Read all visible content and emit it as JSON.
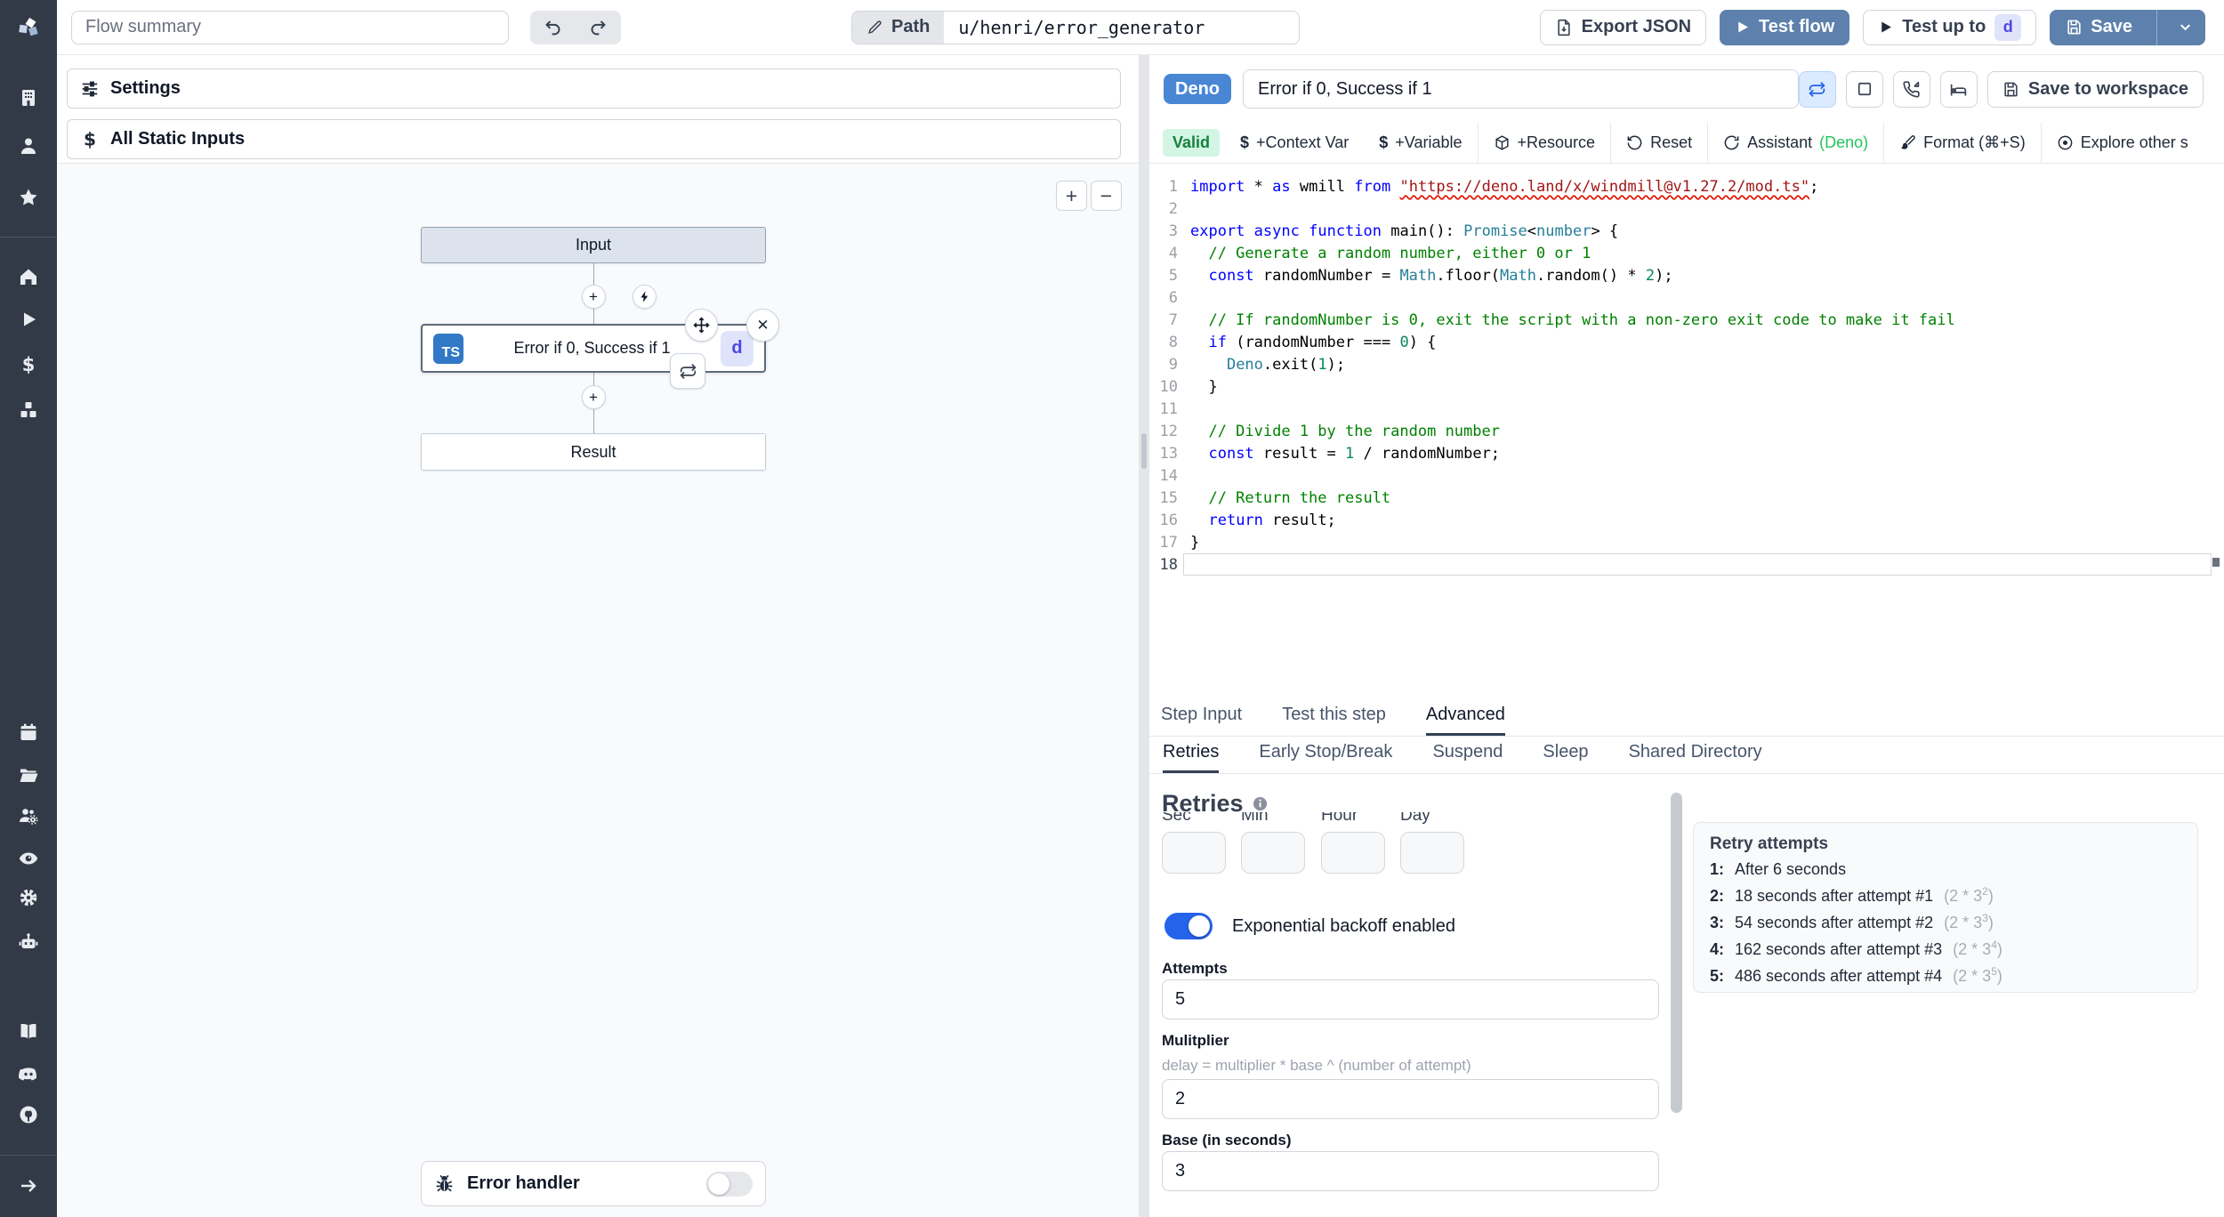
{
  "colors": {
    "accent_blue": "#5d81ac",
    "badge_deno": "#4987d5",
    "ts_badge": "#3178c6",
    "d_badge_bg": "#e0e4fb",
    "d_badge_text": "#4f46e5",
    "valid_bg": "#d3f5e3",
    "valid_text": "#15803d",
    "toggle_on": "#2563eb",
    "sidebar_bg": "#333a47"
  },
  "topbar": {
    "flow_summary_placeholder": "Flow summary",
    "path_label": "Path",
    "path_value": "u/henri/error_generator",
    "export_json": "Export JSON",
    "test_flow": "Test flow",
    "test_up_to": "Test up to",
    "test_up_to_badge": "d",
    "save": "Save"
  },
  "flow_panel": {
    "settings": "Settings",
    "all_static_inputs": "All Static Inputs",
    "zoom_in": "+",
    "zoom_out": "−",
    "input_node": "Input",
    "step_lang_badge": "TS",
    "step_title": "Error if 0, Success if 1",
    "step_badge": "d",
    "result_node": "Result",
    "error_handler": "Error handler",
    "plus_connector": "+",
    "close_glyph": "✕"
  },
  "editor_panel": {
    "lang_badge": "Deno",
    "title_value": "Error if 0, Success if 1",
    "save_to_workspace": "Save to workspace",
    "toolbar": {
      "valid": "Valid",
      "context_var": "+Context Var",
      "variable": "+Variable",
      "resource": "+Resource",
      "reset": "Reset",
      "assistant": "Assistant",
      "assistant_lang": "(Deno)",
      "format": "Format (⌘+S)",
      "explore": "Explore other s",
      "dollar": "$"
    },
    "code": {
      "lines": [
        {
          "n": "1",
          "seg": [
            [
              "k",
              "import"
            ],
            [
              "v",
              " * "
            ],
            [
              "k",
              "as"
            ],
            [
              "v",
              " wmill "
            ],
            [
              "k",
              "from"
            ],
            [
              "v",
              " "
            ],
            [
              "s",
              "\"https://deno.land/x/windmill@v1.27.2/mod.ts\""
            ],
            [
              "v",
              ";"
            ]
          ]
        },
        {
          "n": "2",
          "seg": []
        },
        {
          "n": "3",
          "seg": [
            [
              "k",
              "export"
            ],
            [
              "v",
              " "
            ],
            [
              "k",
              "async"
            ],
            [
              "v",
              " "
            ],
            [
              "k",
              "function"
            ],
            [
              "v",
              " main(): "
            ],
            [
              "t",
              "Promise"
            ],
            [
              "v",
              "<"
            ],
            [
              "t",
              "number"
            ],
            [
              "v",
              "> {"
            ]
          ]
        },
        {
          "n": "4",
          "seg": [
            [
              "c",
              "  // Generate a random number, either 0 or 1"
            ]
          ]
        },
        {
          "n": "5",
          "seg": [
            [
              "v",
              "  "
            ],
            [
              "k",
              "const"
            ],
            [
              "v",
              " randomNumber = "
            ],
            [
              "t",
              "Math"
            ],
            [
              "v",
              ".floor("
            ],
            [
              "t",
              "Math"
            ],
            [
              "v",
              ".random() * "
            ],
            [
              "n",
              "2"
            ],
            [
              "v",
              ");"
            ]
          ]
        },
        {
          "n": "6",
          "seg": []
        },
        {
          "n": "7",
          "seg": [
            [
              "c",
              "  // If randomNumber is 0, exit the script with a non-zero exit code to make it fail"
            ]
          ]
        },
        {
          "n": "8",
          "seg": [
            [
              "v",
              "  "
            ],
            [
              "k",
              "if"
            ],
            [
              "v",
              " (randomNumber === "
            ],
            [
              "n",
              "0"
            ],
            [
              "v",
              ") {"
            ]
          ]
        },
        {
          "n": "9",
          "seg": [
            [
              "v",
              "    "
            ],
            [
              "t",
              "Deno"
            ],
            [
              "v",
              ".exit("
            ],
            [
              "n",
              "1"
            ],
            [
              "v",
              ");"
            ]
          ]
        },
        {
          "n": "10",
          "seg": [
            [
              "v",
              "  }"
            ]
          ]
        },
        {
          "n": "11",
          "seg": []
        },
        {
          "n": "12",
          "seg": [
            [
              "c",
              "  // Divide 1 by the random number"
            ]
          ]
        },
        {
          "n": "13",
          "seg": [
            [
              "v",
              "  "
            ],
            [
              "k",
              "const"
            ],
            [
              "v",
              " result = "
            ],
            [
              "n",
              "1"
            ],
            [
              "v",
              " / randomNumber;"
            ]
          ]
        },
        {
          "n": "14",
          "seg": []
        },
        {
          "n": "15",
          "seg": [
            [
              "c",
              "  // Return the result"
            ]
          ]
        },
        {
          "n": "16",
          "seg": [
            [
              "v",
              "  "
            ],
            [
              "k",
              "return"
            ],
            [
              "v",
              " result;"
            ]
          ]
        },
        {
          "n": "17",
          "seg": [
            [
              "v",
              "}"
            ]
          ]
        },
        {
          "n": "18",
          "seg": [],
          "active": true
        }
      ]
    }
  },
  "tabs": {
    "items": [
      "Step Input",
      "Test this step",
      "Advanced"
    ],
    "active": "Advanced"
  },
  "subtabs": {
    "items": [
      "Retries",
      "Early Stop/Break",
      "Suspend",
      "Sleep",
      "Shared Directory"
    ],
    "active": "Retries"
  },
  "retries": {
    "heading": "Retries",
    "time_labels": [
      "Sec",
      "Min",
      "Hour",
      "Day"
    ],
    "backoff_label": "Exponential backoff enabled",
    "attempts_label": "Attempts",
    "attempts_value": "5",
    "multiplier_label": "Mulitplier",
    "multiplier_desc": "delay = multiplier * base ^ (number of attempt)",
    "multiplier_value": "2",
    "base_label": "Base (in seconds)",
    "base_value": "3",
    "retry_panel": {
      "title": "Retry attempts",
      "rows": [
        {
          "n": "1:",
          "text": "After 6 seconds",
          "fbase": "",
          "fexp": ""
        },
        {
          "n": "2:",
          "text": "18 seconds after attempt #1",
          "fbase": "(2 * 3",
          "fexp": "2"
        },
        {
          "n": "3:",
          "text": "54 seconds after attempt #2",
          "fbase": "(2 * 3",
          "fexp": "3"
        },
        {
          "n": "4:",
          "text": "162 seconds after attempt #3",
          "fbase": "(2 * 3",
          "fexp": "4"
        },
        {
          "n": "5:",
          "text": "486 seconds after attempt #4",
          "fbase": "(2 * 3",
          "fexp": "5"
        }
      ]
    }
  }
}
